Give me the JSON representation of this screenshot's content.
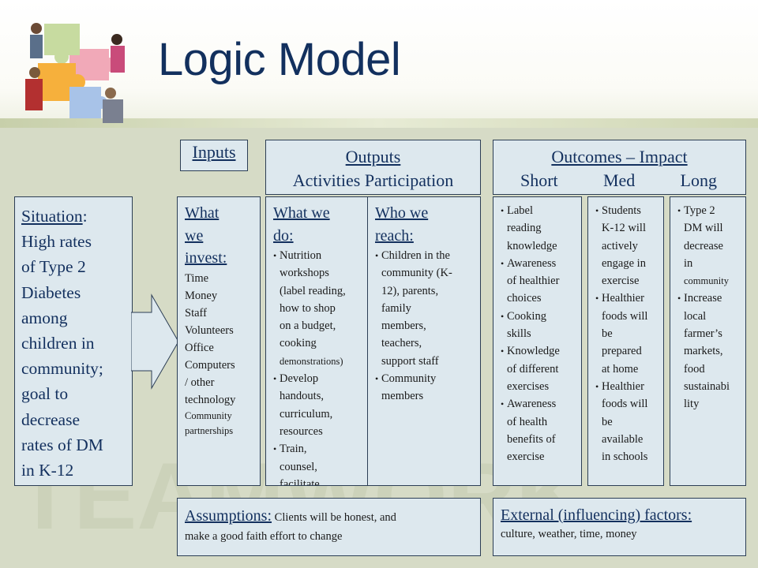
{
  "title": "Logic Model",
  "headers": {
    "inputs": "Inputs",
    "outputs_line1": "Outputs",
    "outputs_activities": "Activities",
    "outputs_participation": "Participation",
    "outcomes_line1": "Outcomes – Impact",
    "short": "Short",
    "med": "Med",
    "long": "Long"
  },
  "situation": {
    "label": "Situation",
    "lines": [
      "High rates",
      "of Type 2",
      "Diabetes",
      "among",
      "children in",
      "community;",
      "goal to",
      "decrease",
      "rates of DM",
      "in K-12"
    ]
  },
  "invest": {
    "heading_lines": [
      "What",
      "we",
      "invest:"
    ],
    "items": [
      "Time",
      "Money",
      "Staff",
      "Volunteers",
      "Office",
      "Computers",
      "/ other",
      "technology"
    ],
    "small_items": [
      "Community",
      "partnerships"
    ]
  },
  "do": {
    "heading_lines": [
      "What we",
      "do:"
    ],
    "item1_lines": [
      "Nutrition",
      "workshops",
      "(label reading,",
      "how to shop",
      "on a budget,",
      "cooking"
    ],
    "item1_small": "demonstrations)",
    "item2_lines": [
      "Develop",
      "handouts,",
      "curriculum,",
      "resources"
    ],
    "item3_lines": [
      "Train,",
      "counsel,",
      "facilitate"
    ]
  },
  "reach": {
    "heading_lines": [
      "Who we",
      "reach:"
    ],
    "item1_lines": [
      "Children in the",
      "community (K-",
      "12), parents,",
      "family",
      "members,",
      "teachers,",
      "support staff"
    ],
    "item2_lines": [
      "Community",
      "members"
    ]
  },
  "short_outcomes": [
    [
      "Label",
      "reading",
      "knowledge"
    ],
    [
      "Awareness",
      "of healthier",
      "choices"
    ],
    [
      "Cooking",
      "skills"
    ],
    [
      "Knowledge",
      "of different",
      "exercises"
    ],
    [
      "Awareness",
      "of health",
      "benefits of",
      "exercise"
    ]
  ],
  "med_outcomes": [
    [
      "Students",
      "K-12 will",
      "actively",
      "engage in",
      "exercise"
    ],
    [
      "Healthier",
      "foods will",
      "be",
      "prepared",
      "at home"
    ],
    [
      "Healthier",
      "foods will",
      "be",
      "available",
      "in schools"
    ]
  ],
  "long_outcomes": {
    "item1_lines": [
      "Type 2",
      "DM will",
      "decrease",
      "in"
    ],
    "item1_small": "community",
    "item2_lines": [
      "Increase",
      "local",
      "farmer’s",
      "markets,",
      "food",
      "sustainabi",
      "lity"
    ]
  },
  "assumptions": {
    "label": "Assumptions:",
    "text_line1": " Clients will be honest, and",
    "text_line2": "make a good faith effort to change"
  },
  "external": {
    "label": "External (influencing) factors:",
    "text": "culture, weather, time, money"
  },
  "colors": {
    "box_fill": "#dde8ee",
    "title": "#12305e",
    "background": "#d6dbc6"
  }
}
